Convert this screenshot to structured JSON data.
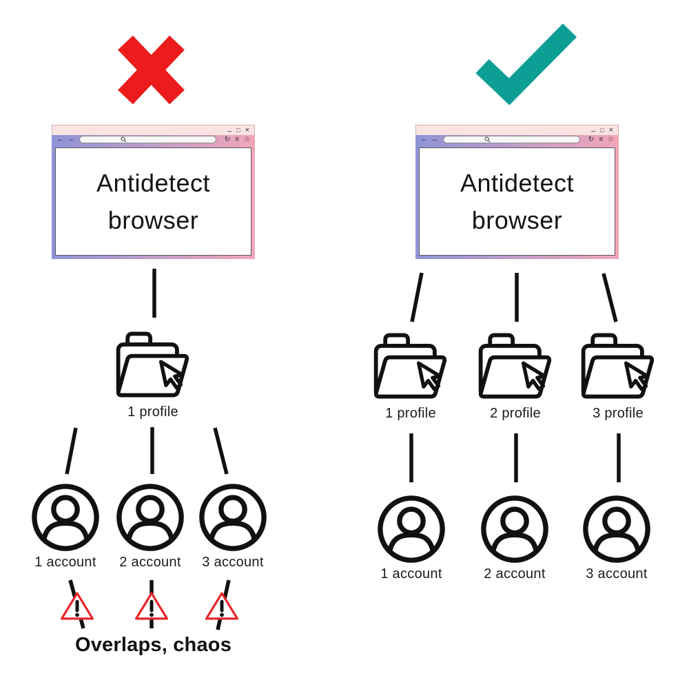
{
  "colors": {
    "cross_red": "#ed1c1c",
    "check_teal": "#0d9e96",
    "warning_red": "#e9262b",
    "line_black": "#111111",
    "titlebar_pink": "#f9e4e1",
    "toolbar_gradient_left": "#8f94d7",
    "toolbar_gradient_right": "#f2a6b8"
  },
  "browser_chrome": {
    "controls": {
      "minimize": "_",
      "maximize": "□",
      "close": "×"
    },
    "toolbar": {
      "back": "←",
      "forward": "→",
      "url_value": "",
      "refresh": "↻",
      "menu": "≡",
      "bookmark": "☆"
    }
  },
  "left_panel": {
    "verdict_icon": "x-mark",
    "browser_title": "Antidetect browser",
    "profiles": [
      {
        "icon": "folder-with-cursor",
        "label": "1 profile"
      }
    ],
    "accounts": [
      {
        "icon": "user-avatar",
        "label": "1 account",
        "warning_icon": "warning-triangle"
      },
      {
        "icon": "user-avatar",
        "label": "2 account",
        "warning_icon": "warning-triangle"
      },
      {
        "icon": "user-avatar",
        "label": "3 account",
        "warning_icon": "warning-triangle"
      }
    ],
    "caption": "Overlaps, chaos"
  },
  "right_panel": {
    "verdict_icon": "check-mark",
    "browser_title": "Antidetect browser",
    "profiles": [
      {
        "icon": "folder-with-cursor",
        "label": "1 profile"
      },
      {
        "icon": "folder-with-cursor",
        "label": "2 profile"
      },
      {
        "icon": "folder-with-cursor",
        "label": "3 profile"
      }
    ],
    "accounts": [
      {
        "icon": "user-avatar",
        "label": "1 account"
      },
      {
        "icon": "user-avatar",
        "label": "2 account"
      },
      {
        "icon": "user-avatar",
        "label": "3 account"
      }
    ]
  }
}
